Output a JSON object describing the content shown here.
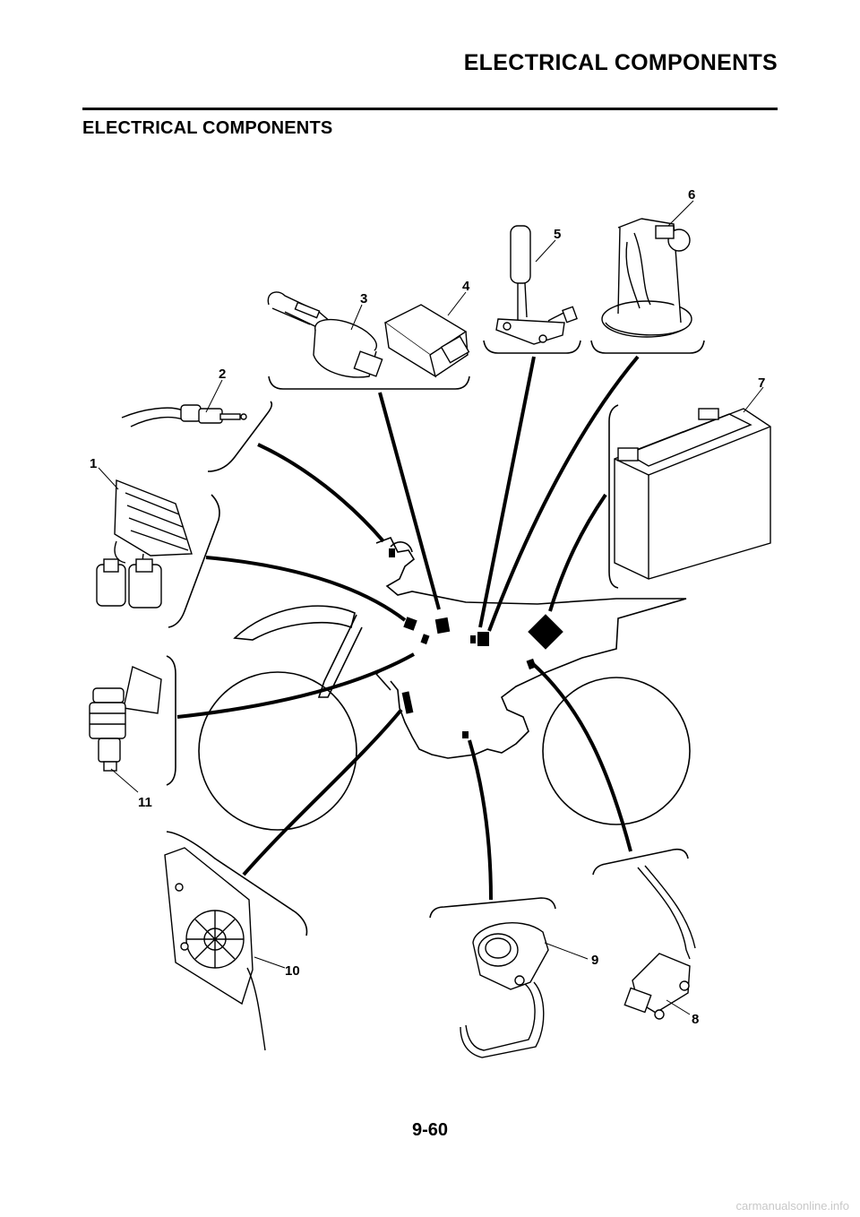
{
  "header": {
    "title": "ELECTRICAL COMPONENTS"
  },
  "section": {
    "title": "ELECTRICAL COMPONENTS"
  },
  "callouts": [
    "1",
    "2",
    "3",
    "4",
    "5",
    "6",
    "7",
    "8",
    "9",
    "10",
    "11"
  ],
  "footer": {
    "page_number": "9-60",
    "watermark": "carmanualsonline.info"
  }
}
